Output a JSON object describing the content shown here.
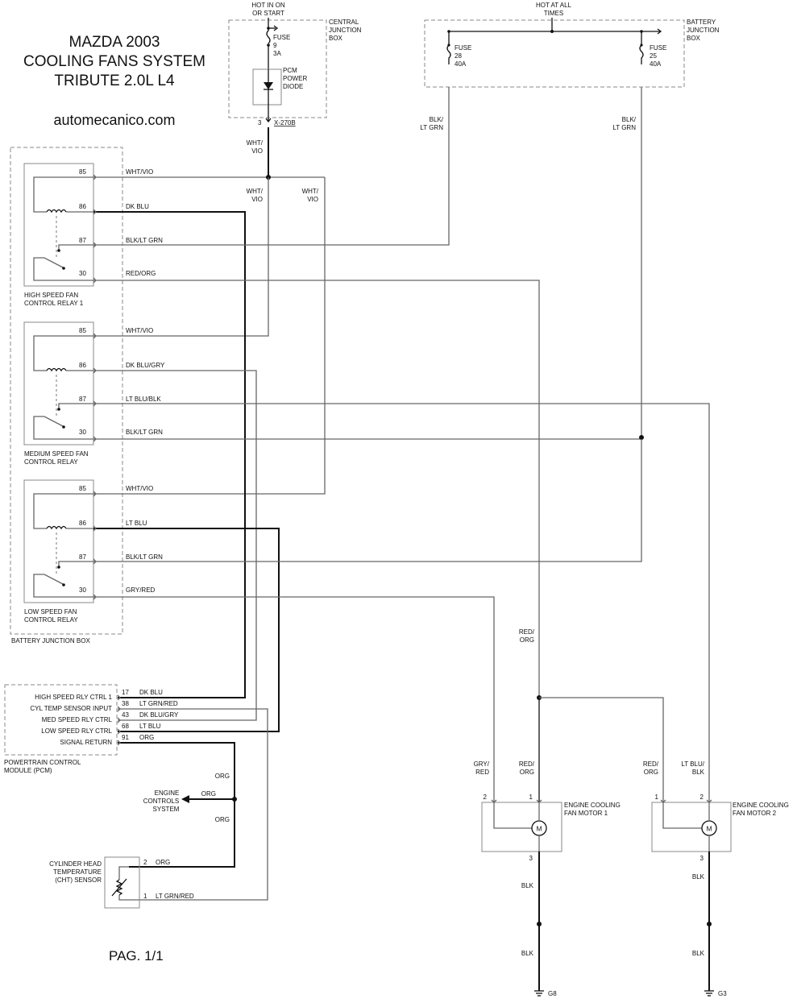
{
  "title": {
    "line1": "MAZDA 2003",
    "line2": "COOLING FANS SYSTEM",
    "line3": "TRIBUTE 2.0L L4",
    "site": "automecanico.com",
    "page": "PAG. 1/1"
  },
  "power": {
    "hot_run_1": "HOT IN ON",
    "hot_run_2": "OR START",
    "cjb_1": "CENTRAL",
    "cjb_2": "JUNCTION",
    "cjb_3": "BOX",
    "fuse9_1": "FUSE",
    "fuse9_2": "9",
    "fuse9_3": "3A",
    "diode_1": "PCM",
    "diode_2": "POWER",
    "diode_3": "DIODE",
    "conn_pin": "3",
    "conn_name": "X-270B",
    "hot_all_1": "HOT AT ALL",
    "hot_all_2": "TIMES",
    "bjb_1": "BATTERY",
    "bjb_2": "JUNCTION",
    "bjb_3": "BOX",
    "fuse28_1": "FUSE",
    "fuse28_2": "28",
    "fuse28_3": "40A",
    "fuse25_1": "FUSE",
    "fuse25_2": "25",
    "fuse25_3": "40A"
  },
  "wire_colors": {
    "wht_vio_top": "WHT/",
    "wht_vio_bot": "VIO",
    "blk_ltgrn_top": "BLK/",
    "blk_ltgrn_bot": "LT GRN",
    "red_org_top": "RED/",
    "red_org_bot": "ORG",
    "gry_red_top": "GRY/",
    "gry_red_bot": "RED",
    "ltblu_blk_top": "LT BLU/",
    "ltblu_blk_bot": "BLK",
    "org": "ORG",
    "blk": "BLK"
  },
  "relays": [
    {
      "name_1": "HIGH SPEED FAN",
      "name_2": "CONTROL RELAY 1",
      "pins": [
        {
          "pin": "85",
          "wire": "WHT/VIO"
        },
        {
          "pin": "86",
          "wire": "DK BLU"
        },
        {
          "pin": "87",
          "wire": "BLK/LT GRN"
        },
        {
          "pin": "30",
          "wire": "RED/ORG"
        }
      ]
    },
    {
      "name_1": "MEDIUM SPEED FAN",
      "name_2": "CONTROL RELAY",
      "pins": [
        {
          "pin": "85",
          "wire": "WHT/VIO"
        },
        {
          "pin": "86",
          "wire": "DK BLU/GRY"
        },
        {
          "pin": "87",
          "wire": "LT BLU/BLK"
        },
        {
          "pin": "30",
          "wire": "BLK/LT GRN"
        }
      ]
    },
    {
      "name_1": "LOW SPEED FAN",
      "name_2": "CONTROL RELAY",
      "pins": [
        {
          "pin": "85",
          "wire": "WHT/VIO"
        },
        {
          "pin": "86",
          "wire": "LT BLU"
        },
        {
          "pin": "87",
          "wire": "BLK/LT GRN"
        },
        {
          "pin": "30",
          "wire": "GRY/RED"
        }
      ]
    }
  ],
  "relay_box_label": "BATTERY JUNCTION BOX",
  "pcm": {
    "name_1": "POWERTRAIN CONTROL",
    "name_2": "MODULE (PCM)",
    "pins": [
      {
        "label": "HIGH SPEED RLY CTRL 1",
        "pin": "17",
        "wire": "DK BLU"
      },
      {
        "label": "CYL TEMP SENSOR INPUT",
        "pin": "38",
        "wire": "LT GRN/RED"
      },
      {
        "label": "MED SPEED RLY CTRL",
        "pin": "43",
        "wire": "DK BLU/GRY"
      },
      {
        "label": "LOW SPEED RLY CTRL",
        "pin": "68",
        "wire": "LT BLU"
      },
      {
        "label": "SIGNAL RETURN",
        "pin": "91",
        "wire": "ORG"
      }
    ]
  },
  "engine_controls": {
    "line1": "ENGINE",
    "line2": "CONTROLS",
    "line3": "SYSTEM"
  },
  "cht": {
    "line1": "CYLINDER HEAD",
    "line2": "TEMPERATURE",
    "line3": "(CHT) SENSOR",
    "pin2": "2",
    "pin2_wire": "ORG",
    "pin1": "1",
    "pin1_wire": "LT GRN/RED"
  },
  "motors": [
    {
      "name_1": "ENGINE COOLING",
      "name_2": "FAN MOTOR 1",
      "pin_left": "2",
      "pin_right": "1",
      "pin_bottom": "3",
      "symbol": "M",
      "ground": "G8"
    },
    {
      "name_1": "ENGINE COOLING",
      "name_2": "FAN MOTOR 2",
      "pin_left": "1",
      "pin_right": "2",
      "pin_bottom": "3",
      "symbol": "M",
      "ground": "G3"
    }
  ]
}
